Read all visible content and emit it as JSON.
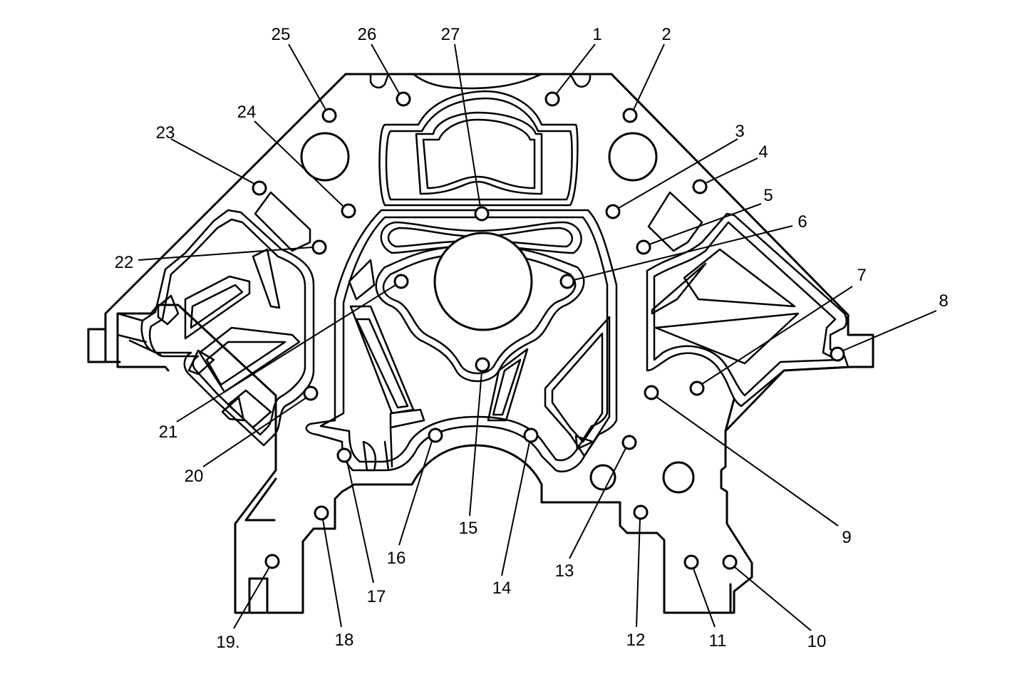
{
  "callouts": [
    {
      "id": 1,
      "label": "1"
    },
    {
      "id": 2,
      "label": "2"
    },
    {
      "id": 3,
      "label": "3"
    },
    {
      "id": 4,
      "label": "4"
    },
    {
      "id": 5,
      "label": "5"
    },
    {
      "id": 6,
      "label": "6"
    },
    {
      "id": 7,
      "label": "7"
    },
    {
      "id": 8,
      "label": "8"
    },
    {
      "id": 9,
      "label": "9"
    },
    {
      "id": 10,
      "label": "10"
    },
    {
      "id": 11,
      "label": "11"
    },
    {
      "id": 12,
      "label": "12"
    },
    {
      "id": 13,
      "label": "13"
    },
    {
      "id": 14,
      "label": "14"
    },
    {
      "id": 15,
      "label": "15"
    },
    {
      "id": 16,
      "label": "16"
    },
    {
      "id": 17,
      "label": "17"
    },
    {
      "id": 18,
      "label": "18"
    },
    {
      "id": 19,
      "label": "19."
    },
    {
      "id": 20,
      "label": "20"
    },
    {
      "id": 21,
      "label": "21"
    },
    {
      "id": 22,
      "label": "22"
    },
    {
      "id": 23,
      "label": "23"
    },
    {
      "id": 24,
      "label": "24"
    },
    {
      "id": 25,
      "label": "25"
    },
    {
      "id": 26,
      "label": "26"
    },
    {
      "id": 27,
      "label": "27"
    }
  ]
}
